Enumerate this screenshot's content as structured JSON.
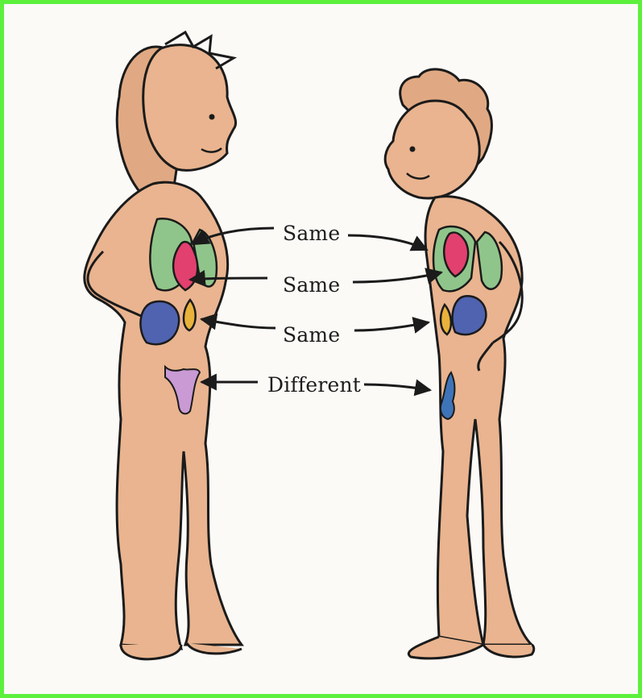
{
  "labels": {
    "heart": "Same",
    "lungs": "Same",
    "kidneys": "Same",
    "reproductive": "Different"
  },
  "colors": {
    "border": "#5cf03c",
    "skin": "#e9b48f",
    "lungs": "#8fc58a",
    "heart": "#e2406e",
    "kidney": "#4f63b0",
    "gallbladder": "#e9b23a",
    "uterus": "#c99ad4",
    "penis": "#3e74b8",
    "outline": "#1b1b1b"
  }
}
